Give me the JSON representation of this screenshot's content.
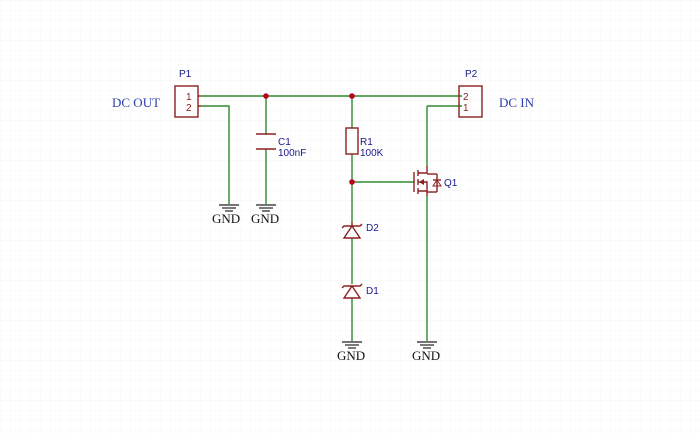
{
  "schematic": {
    "connectors": {
      "p1": {
        "ref": "P1",
        "pin1": "1",
        "pin2": "2",
        "net_label": "DC OUT"
      },
      "p2": {
        "ref": "P2",
        "pin1": "1",
        "pin2": "2",
        "net_label": "DC IN"
      }
    },
    "components": {
      "c1": {
        "ref": "C1",
        "value": "100nF"
      },
      "r1": {
        "ref": "R1",
        "value": "100K"
      },
      "q1": {
        "ref": "Q1"
      },
      "d1": {
        "ref": "D1"
      },
      "d2": {
        "ref": "D2"
      }
    },
    "ground_label": "GND",
    "colors": {
      "wire": "#2e8b2e",
      "part": "#8b2020",
      "label": "#1a1a8a",
      "junction": "#c0001a",
      "grid": "#e8e8e8"
    }
  }
}
